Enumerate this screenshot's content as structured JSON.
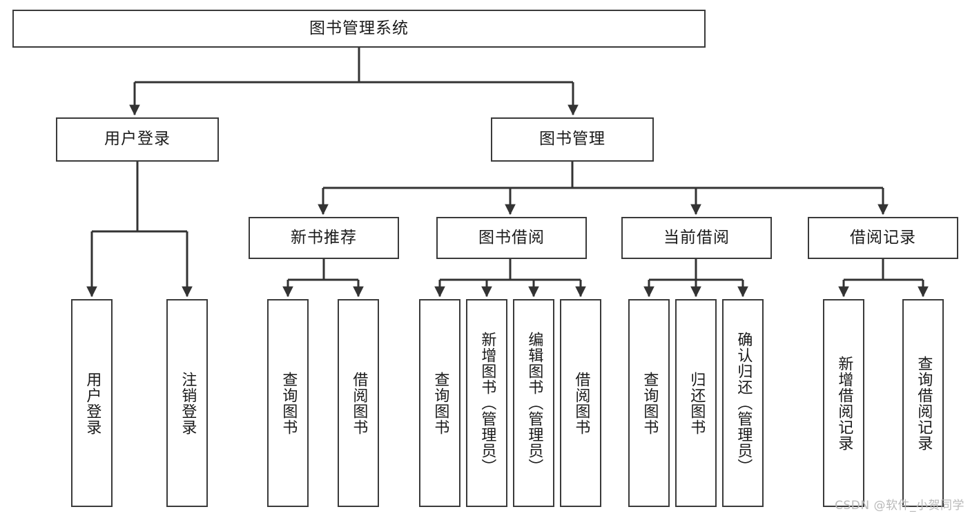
{
  "diagram": {
    "type": "tree",
    "title": "图书管理系统",
    "watermark": "CSDN @软件_小贺同学",
    "colors": {
      "box_stroke": "#3a3a3a",
      "box_fill": "#ffffff",
      "connector": "#333333",
      "text": "#1a1a1a",
      "watermark": "#b9b9b9",
      "background": "#ffffff"
    },
    "nodes": {
      "root": {
        "label": "图书管理系统",
        "level": 0,
        "orientation": "horizontal"
      },
      "l1_0": {
        "label": "用户登录",
        "level": 1,
        "orientation": "horizontal"
      },
      "l1_1": {
        "label": "图书管理",
        "level": 1,
        "orientation": "horizontal"
      },
      "l2_0": {
        "label": "新书推荐",
        "level": 2,
        "orientation": "horizontal"
      },
      "l2_1": {
        "label": "图书借阅",
        "level": 2,
        "orientation": "horizontal"
      },
      "l2_2": {
        "label": "当前借阅",
        "level": 2,
        "orientation": "horizontal"
      },
      "l2_3": {
        "label": "借阅记录",
        "level": 2,
        "orientation": "horizontal"
      },
      "leaf_0": {
        "label": "用户登录",
        "level": 3,
        "orientation": "vertical",
        "parent": "用户登录"
      },
      "leaf_1": {
        "label": "注销登录",
        "level": 3,
        "orientation": "vertical",
        "parent": "用户登录"
      },
      "leaf_2": {
        "label": "查询图书",
        "level": 3,
        "orientation": "vertical",
        "parent": "新书推荐"
      },
      "leaf_3": {
        "label": "借阅图书",
        "level": 3,
        "orientation": "vertical",
        "parent": "新书推荐"
      },
      "leaf_4": {
        "label": "查询图书",
        "level": 3,
        "orientation": "vertical",
        "parent": "图书借阅"
      },
      "leaf_5": {
        "label": "新增图书（管理员）",
        "level": 3,
        "orientation": "vertical",
        "parent": "图书借阅"
      },
      "leaf_6": {
        "label": "编辑图书（管理员）",
        "level": 3,
        "orientation": "vertical",
        "parent": "图书借阅"
      },
      "leaf_7": {
        "label": "借阅图书",
        "level": 3,
        "orientation": "vertical",
        "parent": "图书借阅"
      },
      "leaf_8": {
        "label": "查询图书",
        "level": 3,
        "orientation": "vertical",
        "parent": "当前借阅"
      },
      "leaf_9": {
        "label": "归还图书",
        "level": 3,
        "orientation": "vertical",
        "parent": "当前借阅"
      },
      "leaf_10": {
        "label": "确认归还（管理员）",
        "level": 3,
        "orientation": "vertical",
        "parent": "当前借阅"
      },
      "leaf_11": {
        "label": "新增借阅记录",
        "level": 3,
        "orientation": "vertical",
        "parent": "借阅记录"
      },
      "leaf_12": {
        "label": "查询借阅记录",
        "level": 3,
        "orientation": "vertical",
        "parent": "借阅记录"
      }
    },
    "edges": [
      {
        "from": "图书管理系统",
        "to": "用户登录"
      },
      {
        "from": "图书管理系统",
        "to": "图书管理"
      },
      {
        "from": "图书管理",
        "to": "新书推荐"
      },
      {
        "from": "图书管理",
        "to": "图书借阅"
      },
      {
        "from": "图书管理",
        "to": "当前借阅"
      },
      {
        "from": "图书管理",
        "to": "借阅记录"
      },
      {
        "from": "用户登录",
        "to": "用户登录"
      },
      {
        "from": "用户登录",
        "to": "注销登录"
      },
      {
        "from": "新书推荐",
        "to": "查询图书"
      },
      {
        "from": "新书推荐",
        "to": "借阅图书"
      },
      {
        "from": "图书借阅",
        "to": "查询图书"
      },
      {
        "from": "图书借阅",
        "to": "新增图书（管理员）"
      },
      {
        "from": "图书借阅",
        "to": "编辑图书（管理员）"
      },
      {
        "from": "图书借阅",
        "to": "借阅图书"
      },
      {
        "from": "当前借阅",
        "to": "查询图书"
      },
      {
        "from": "当前借阅",
        "to": "归还图书"
      },
      {
        "from": "当前借阅",
        "to": "确认归还（管理员）"
      },
      {
        "from": "借阅记录",
        "to": "新增借阅记录"
      },
      {
        "from": "借阅记录",
        "to": "查询借阅记录"
      }
    ]
  }
}
